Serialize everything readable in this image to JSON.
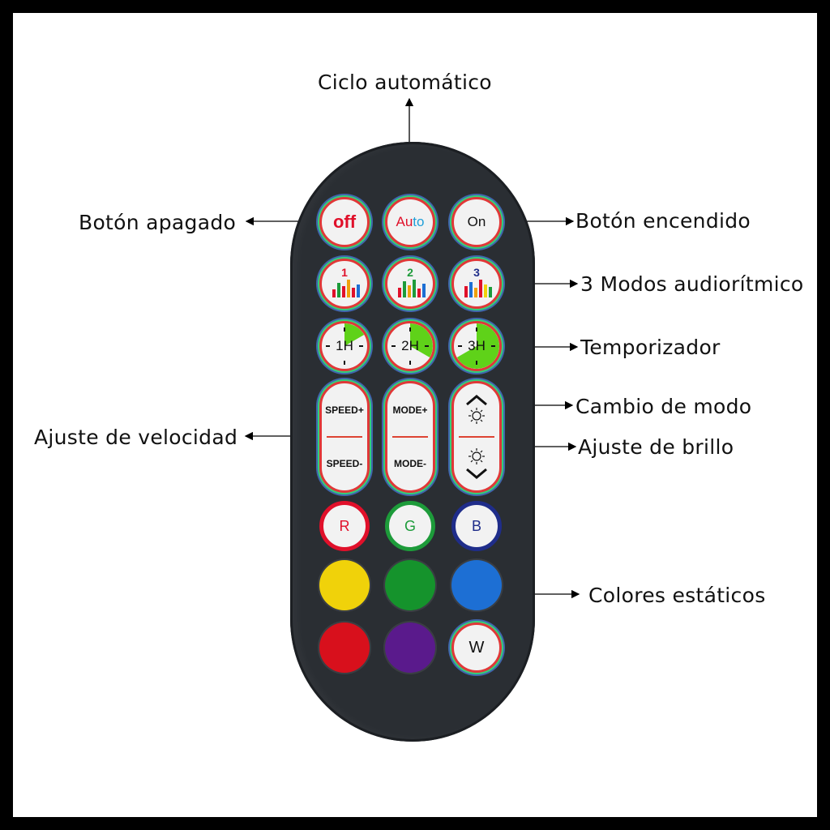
{
  "labels": {
    "auto_cycle": "Ciclo automático",
    "off_button": "Botón apagado",
    "on_button": "Botón encendido",
    "audio_modes": "3 Modos audiorítmico",
    "timer": "Temporizador",
    "mode_change": "Cambio de modo",
    "speed_adjust": "Ajuste de velocidad",
    "brightness_adjust": "Ajuste de brillo",
    "static_colors": "Colores estáticos"
  },
  "remote": {
    "top_row": {
      "off": "off",
      "auto_a": "Au",
      "auto_b": "to",
      "on": "On"
    },
    "audio": [
      "1",
      "2",
      "3"
    ],
    "timers": [
      "1H",
      "2H",
      "3H"
    ],
    "speed_plus": "SPEED+",
    "speed_minus": "SPEED-",
    "mode_plus": "MODE+",
    "mode_minus": "MODE-",
    "rgb": [
      "R",
      "G",
      "B"
    ],
    "white": "W"
  },
  "colors": {
    "red_ring": "#e0102a",
    "green_ring": "#1d9b3a",
    "blue_ring": "#1f2d8a",
    "yellow": "#f0d20a",
    "green": "#15932c",
    "blue": "#1d6fd4",
    "red": "#d8101c",
    "purple": "#5a1a8c",
    "timer_green": "#5fd219"
  }
}
